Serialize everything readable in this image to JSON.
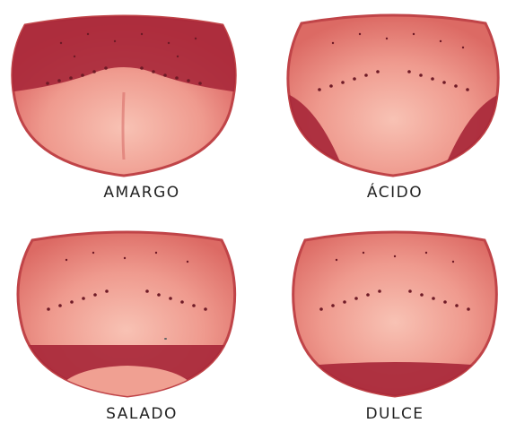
{
  "labels": {
    "amargo": "AMARGO",
    "acido": "ÁCIDO",
    "salado": "SALADO",
    "dulce": "DULCE"
  },
  "colors": {
    "tongue_base": "#e8807a",
    "tongue_light": "#f6b3a6",
    "tongue_edge": "#c9454a",
    "taste_zone": "#a8283a",
    "papillae": "#8a2230"
  },
  "highlighted_zones": {
    "amargo": "back",
    "acido": "sides",
    "salado": "front-sides",
    "dulce": "tip"
  }
}
